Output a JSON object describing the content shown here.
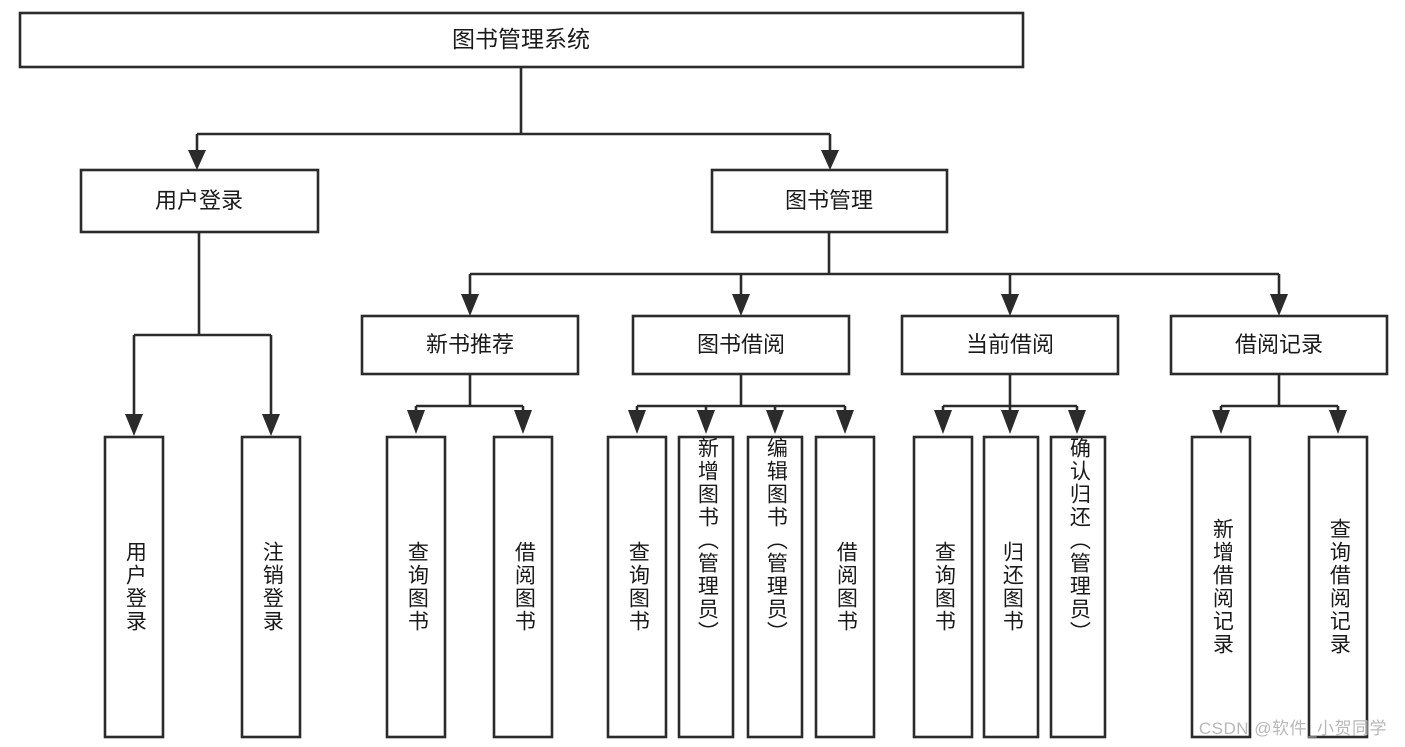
{
  "diagram": {
    "title": "图书管理系统",
    "watermark": "CSDN @软件_小贺同学",
    "colors": {
      "stroke": "#2b2b2b",
      "fill": "#ffffff",
      "text": "#1a1a1a",
      "watermark": "#b8b8b8"
    },
    "levels": {
      "root": {
        "label": "图书管理系统"
      },
      "level2": [
        {
          "label": "用户登录"
        },
        {
          "label": "图书管理"
        }
      ],
      "level3": [
        {
          "label": "新书推荐"
        },
        {
          "label": "图书借阅"
        },
        {
          "label": "当前借阅"
        },
        {
          "label": "借阅记录"
        }
      ],
      "leaves": {
        "user_login": [
          {
            "label": "用户登录"
          },
          {
            "label": "注销登录"
          }
        ],
        "new_book_recommend": [
          {
            "label": "查询图书"
          },
          {
            "label": "借阅图书"
          }
        ],
        "book_borrow": [
          {
            "label": "查询图书"
          },
          {
            "label": "新增图书（管理员）"
          },
          {
            "label": "编辑图书（管理员）"
          },
          {
            "label": "借阅图书"
          }
        ],
        "current_borrow": [
          {
            "label": "查询图书"
          },
          {
            "label": "归还图书"
          },
          {
            "label": "确认归还（管理员）"
          }
        ],
        "borrow_record": [
          {
            "label": "新增借阅记录"
          },
          {
            "label": "查询借阅记录"
          }
        ]
      }
    }
  },
  "chart_data": {
    "type": "table",
    "title": "图书管理系统 功能结构图",
    "tree": {
      "name": "图书管理系统",
      "children": [
        {
          "name": "用户登录",
          "children": [
            {
              "name": "用户登录"
            },
            {
              "name": "注销登录"
            }
          ]
        },
        {
          "name": "图书管理",
          "children": [
            {
              "name": "新书推荐",
              "children": [
                {
                  "name": "查询图书"
                },
                {
                  "name": "借阅图书"
                }
              ]
            },
            {
              "name": "图书借阅",
              "children": [
                {
                  "name": "查询图书"
                },
                {
                  "name": "新增图书（管理员）"
                },
                {
                  "name": "编辑图书（管理员）"
                },
                {
                  "name": "借阅图书"
                }
              ]
            },
            {
              "name": "当前借阅",
              "children": [
                {
                  "name": "查询图书"
                },
                {
                  "name": "归还图书"
                },
                {
                  "name": "确认归还（管理员）"
                }
              ]
            },
            {
              "name": "借阅记录",
              "children": [
                {
                  "name": "新增借阅记录"
                },
                {
                  "name": "查询借阅记录"
                }
              ]
            }
          ]
        }
      ]
    }
  }
}
